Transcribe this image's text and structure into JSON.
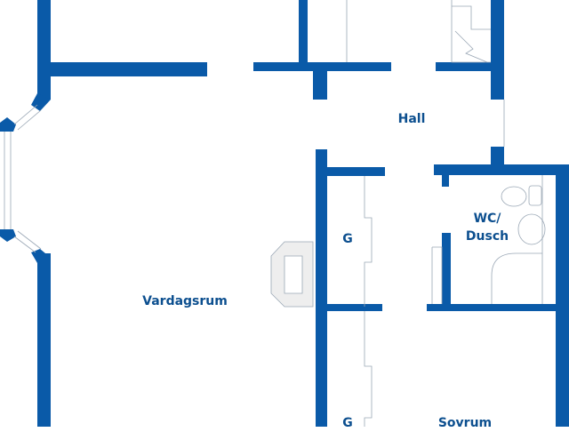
{
  "rooms": {
    "hall": "Hall",
    "living_room": "Vardagsrum",
    "wardrobe_1": "G",
    "bathroom_line1": "WC/",
    "bathroom_line2": "Dusch",
    "wardrobe_2": "G",
    "bedroom": "Sovrum"
  },
  "colors": {
    "wall": "#0a5aa8",
    "label": "#0c4f8f"
  }
}
